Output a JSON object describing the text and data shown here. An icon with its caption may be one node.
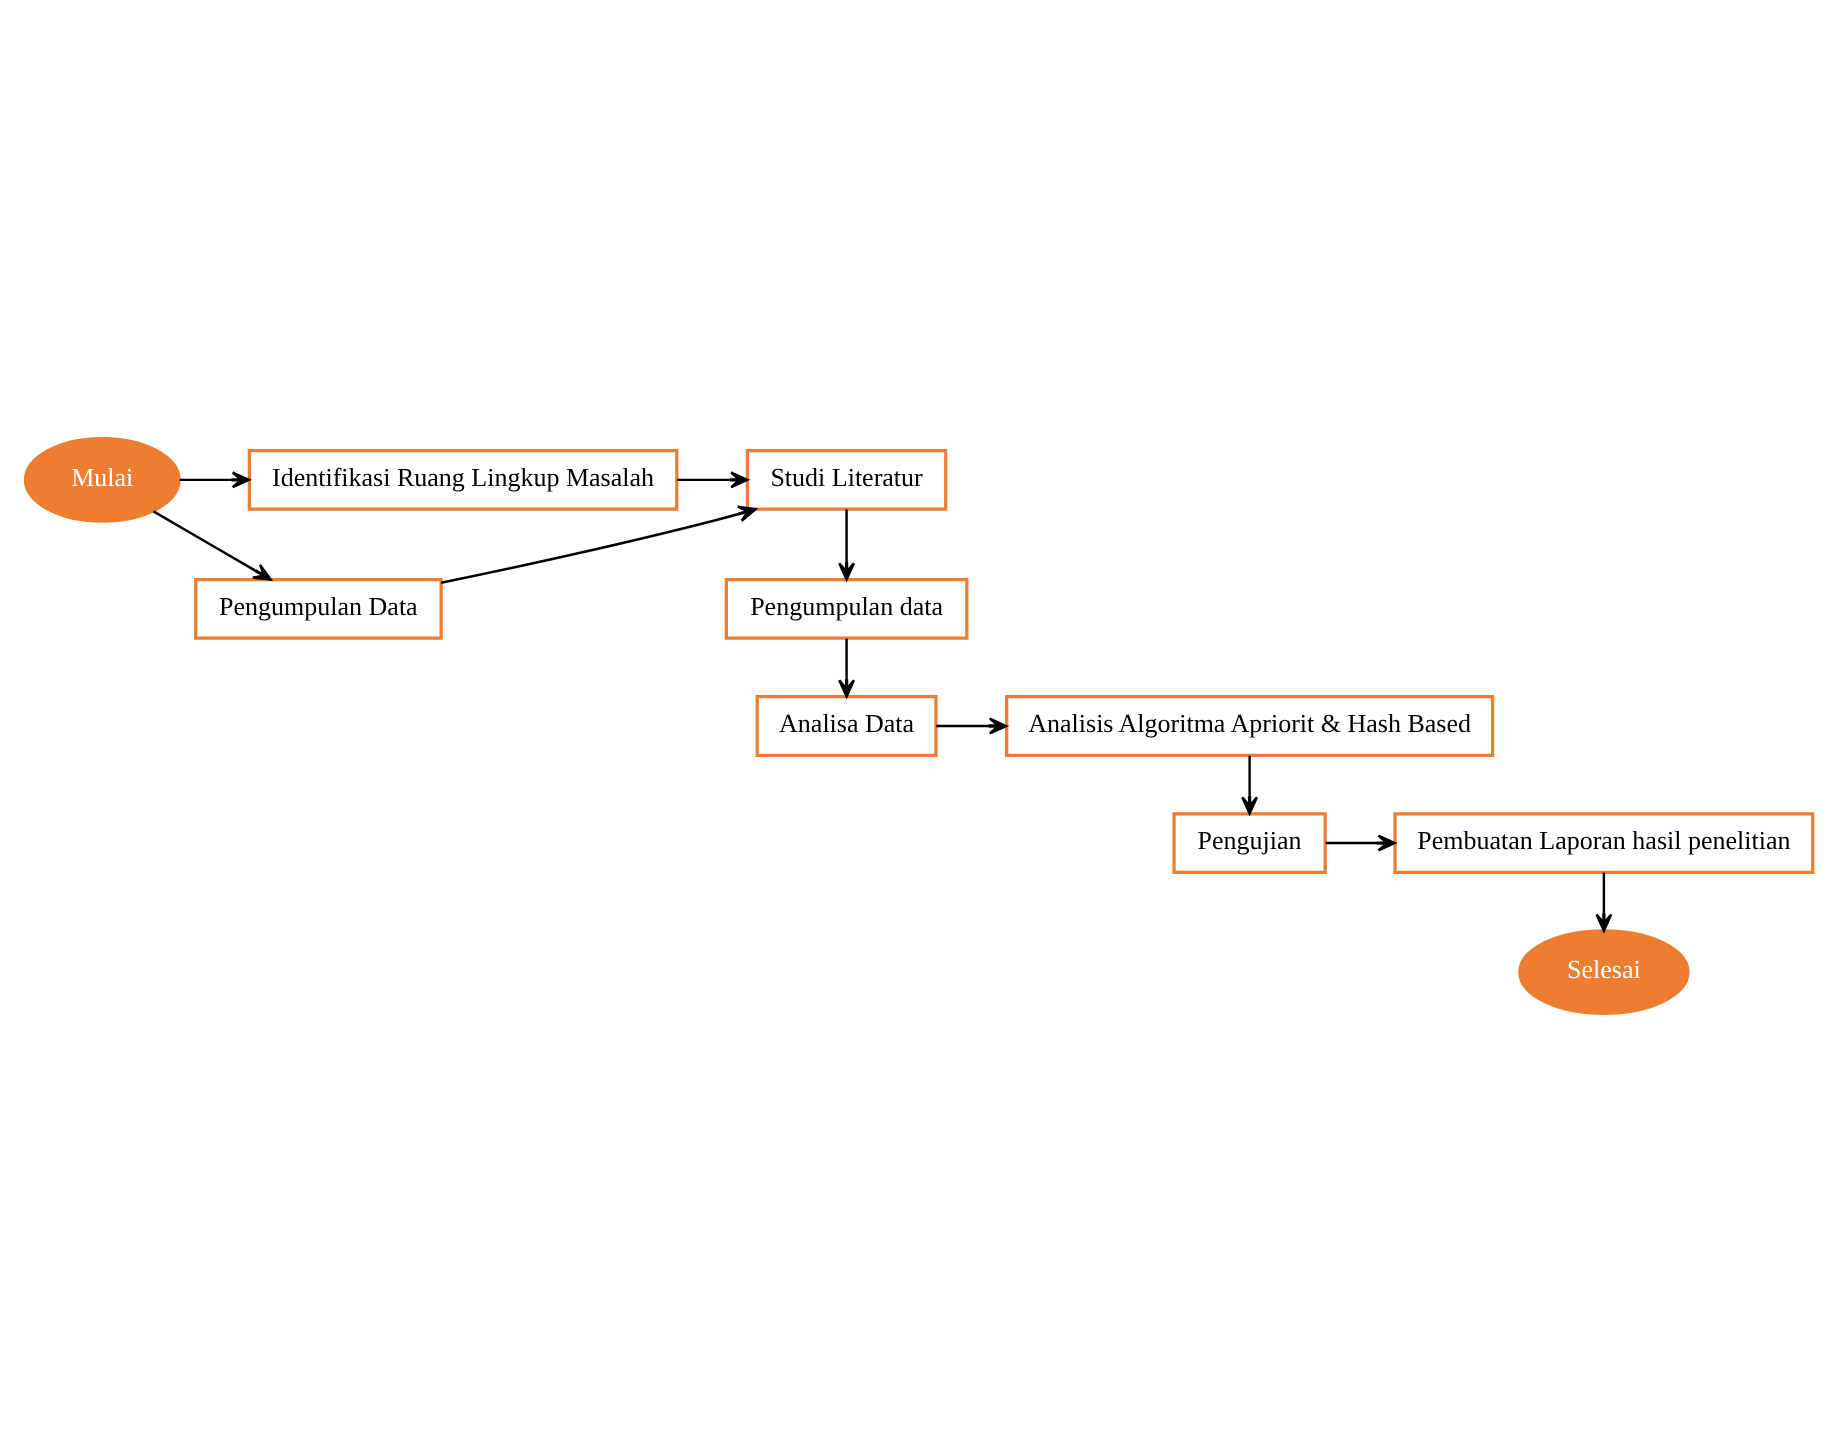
{
  "diagram": {
    "nodes": [
      {
        "text": [
          "Mulai"
        ]
      },
      {
        "text": [
          "Identifikasi Ruang Lingkup Masalah"
        ]
      },
      {
        "text": [
          "Pengumpulan Data"
        ]
      },
      {
        "text": [
          "Studi Literatur"
        ]
      },
      {
        "text": [
          "Pengumpulan data"
        ]
      },
      {
        "text": [
          "Analisa Data"
        ]
      },
      {
        "text": [
          "Analisis Algoritma Apriorit & Hash Based"
        ]
      },
      {
        "text": [
          "Pengujian"
        ]
      },
      {
        "text": [
          "Pembuatan Laporan hasil penelitian"
        ]
      },
      {
        "text": [
          "Selesai"
        ]
      }
    ],
    "edges": [
      {
        "from": 0,
        "to": 1,
        "arrow": "to"
      },
      {
        "from": 0,
        "to": 2,
        "arrow": "to"
      },
      {
        "from": 1,
        "to": 3,
        "arrow": "to"
      },
      {
        "from": 2,
        "to": 3,
        "arrow": "to"
      },
      {
        "from": 3,
        "to": 4,
        "arrow": "to"
      },
      {
        "from": 4,
        "to": 5,
        "arrow": "to"
      },
      {
        "from": 5,
        "to": 6,
        "arrow": "to"
      },
      {
        "from": 6,
        "to": 7,
        "arrow": "to"
      },
      {
        "from": 7,
        "to": 8,
        "arrow": "to"
      },
      {
        "from": 8,
        "to": 9,
        "arrow": "to"
      }
    ]
  }
}
